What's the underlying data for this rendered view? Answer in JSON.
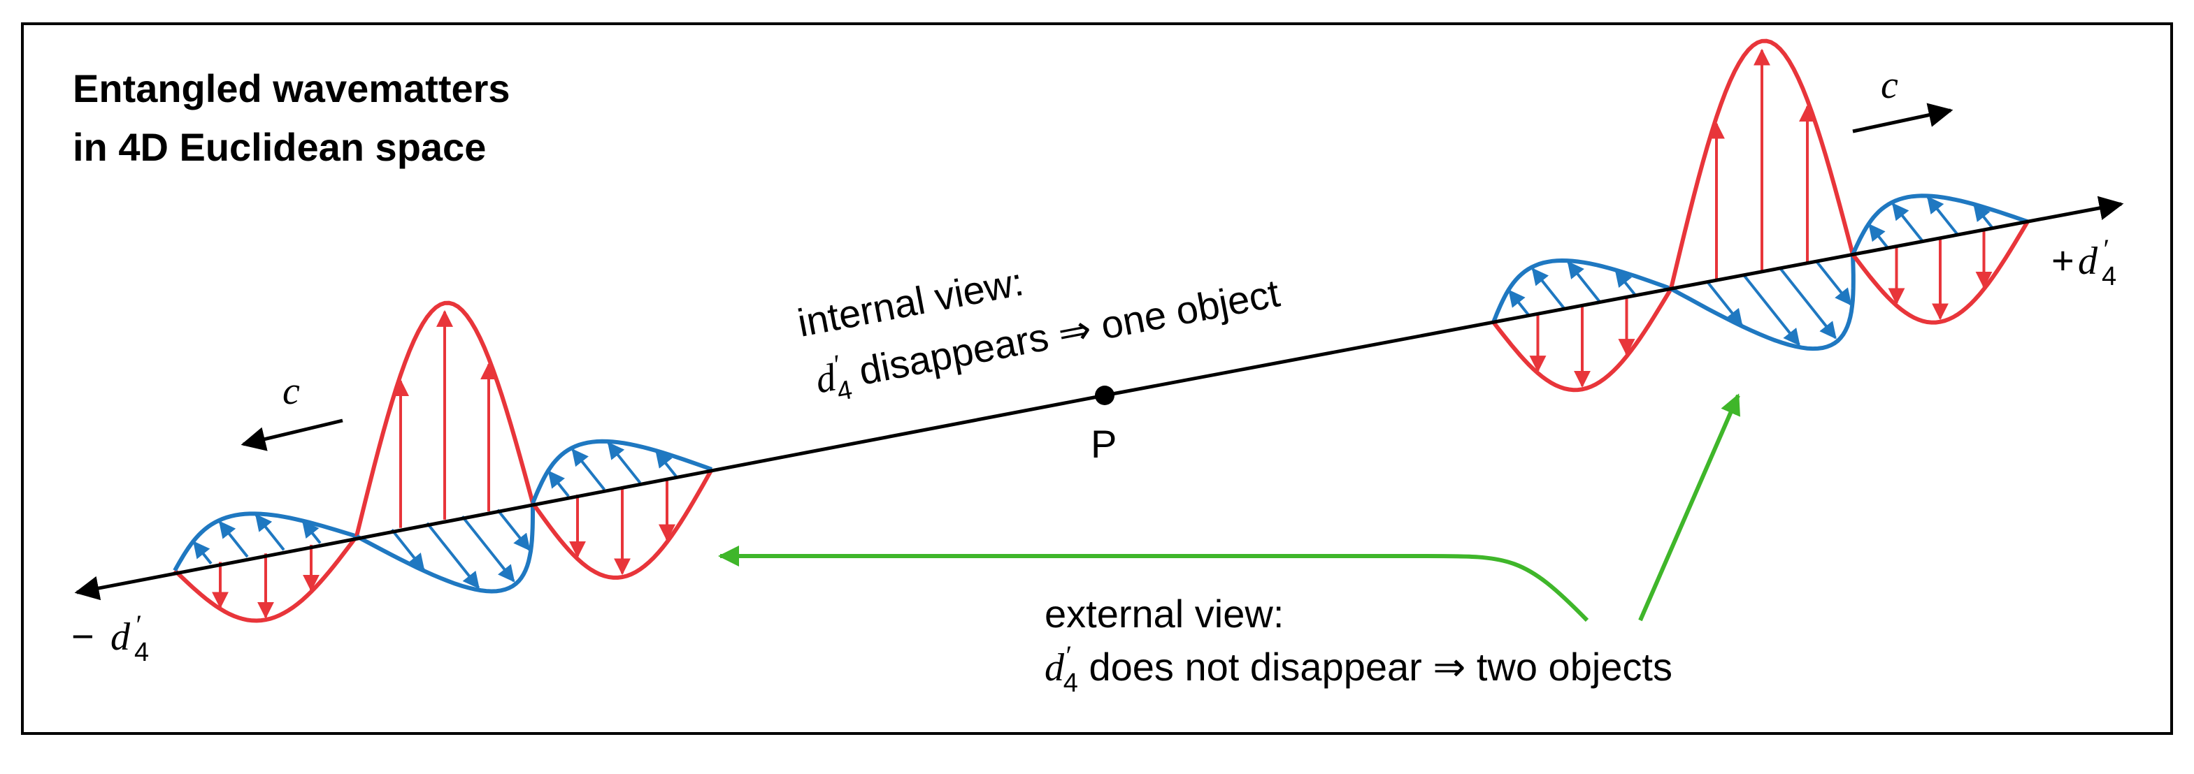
{
  "title": {
    "line1": "Entangled wavematters",
    "line2": "in 4D Euclidean space"
  },
  "axis": {
    "positive_sign": "+",
    "negative_sign": "−",
    "symbol": "d",
    "prime": "′",
    "subscript": "4"
  },
  "point_label": "P",
  "speed_label": "c",
  "internal_view": {
    "line1": "internal view:",
    "line2_rest": " disappears  ⇒  one object"
  },
  "external_view": {
    "line1": "external view:",
    "line2_rest": " does not disappear  ⇒  two objects"
  },
  "colors": {
    "border": "#000000",
    "axis": "#000000",
    "red_wave": "#e8353a",
    "blue_wave": "#1f78c1",
    "green_arrow": "#3fb62a"
  }
}
